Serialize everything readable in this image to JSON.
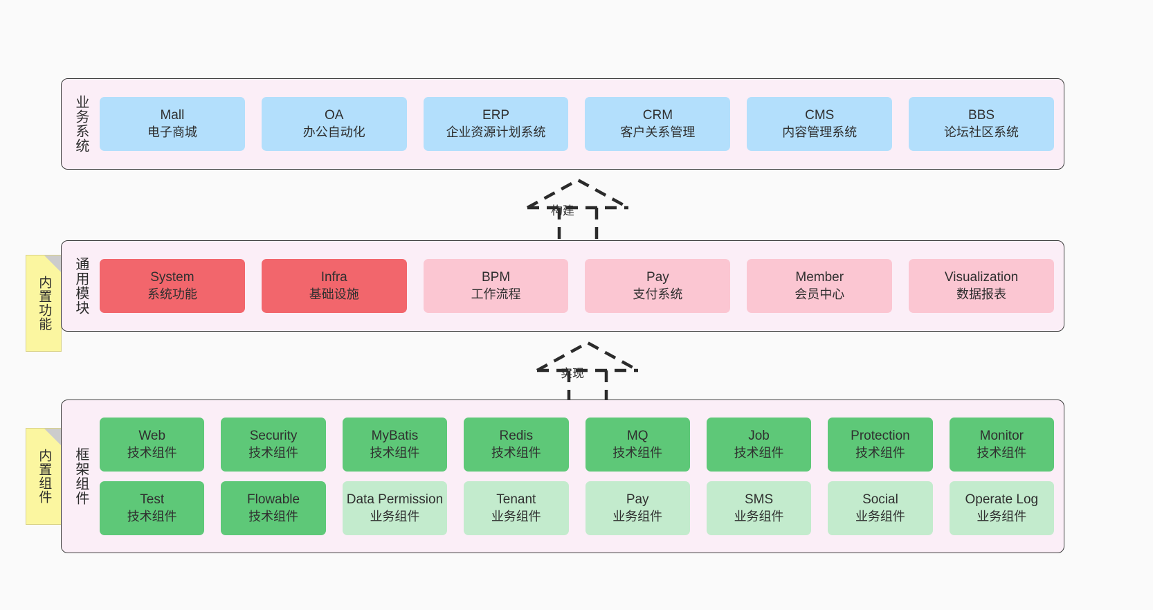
{
  "diagram": {
    "background": "#fafafa",
    "band_fill": "#fbeef7",
    "band_stroke": "#3c3c3c",
    "note_fill": "#fbf6a0"
  },
  "business_layer": {
    "title": "业务系统",
    "cards": [
      {
        "en": "Mall",
        "cn": "电子商城",
        "color": "#b3dffc"
      },
      {
        "en": "OA",
        "cn": "办公自动化",
        "color": "#b3dffc"
      },
      {
        "en": "ERP",
        "cn": "企业资源计划系统",
        "color": "#b3dffc"
      },
      {
        "en": "CRM",
        "cn": "客户关系管理",
        "color": "#b3dffc"
      },
      {
        "en": "CMS",
        "cn": "内容管理系统",
        "color": "#b3dffc"
      },
      {
        "en": "BBS",
        "cn": "论坛社区系统",
        "color": "#b3dffc"
      }
    ]
  },
  "arrow_build": {
    "label": "构建"
  },
  "common_layer": {
    "title": "通用模块",
    "note": "内置功能",
    "cards": [
      {
        "en": "System",
        "cn": "系统功能",
        "color": "#f2666c"
      },
      {
        "en": "Infra",
        "cn": "基础设施",
        "color": "#f2666c"
      },
      {
        "en": "BPM",
        "cn": "工作流程",
        "color": "#fbc6d2"
      },
      {
        "en": "Pay",
        "cn": "支付系统",
        "color": "#fbc6d2"
      },
      {
        "en": "Member",
        "cn": "会员中心",
        "color": "#fbc6d2"
      },
      {
        "en": "Visualization",
        "cn": "数据报表",
        "color": "#fbc6d2"
      }
    ]
  },
  "arrow_implement": {
    "label": "实现"
  },
  "framework_layer": {
    "title": "框架组件",
    "note": "内置组件",
    "row1": [
      {
        "en": "Web",
        "cn": "技术组件",
        "color": "#5ec878"
      },
      {
        "en": "Security",
        "cn": "技术组件",
        "color": "#5ec878"
      },
      {
        "en": "MyBatis",
        "cn": "技术组件",
        "color": "#5ec878"
      },
      {
        "en": "Redis",
        "cn": "技术组件",
        "color": "#5ec878"
      },
      {
        "en": "MQ",
        "cn": "技术组件",
        "color": "#5ec878"
      },
      {
        "en": "Job",
        "cn": "技术组件",
        "color": "#5ec878"
      },
      {
        "en": "Protection",
        "cn": "技术组件",
        "color": "#5ec878"
      },
      {
        "en": "Monitor",
        "cn": "技术组件",
        "color": "#5ec878"
      }
    ],
    "row2": [
      {
        "en": "Test",
        "cn": "技术组件",
        "color": "#5ec878"
      },
      {
        "en": "Flowable",
        "cn": "技术组件",
        "color": "#5ec878"
      },
      {
        "en": "Data Permission",
        "cn": "业务组件",
        "color": "#c3ebcd"
      },
      {
        "en": "Tenant",
        "cn": "业务组件",
        "color": "#c3ebcd"
      },
      {
        "en": "Pay",
        "cn": "业务组件",
        "color": "#c3ebcd"
      },
      {
        "en": "SMS",
        "cn": "业务组件",
        "color": "#c3ebcd"
      },
      {
        "en": "Social",
        "cn": "业务组件",
        "color": "#c3ebcd"
      },
      {
        "en": "Operate Log",
        "cn": "业务组件",
        "color": "#c3ebcd"
      }
    ]
  }
}
